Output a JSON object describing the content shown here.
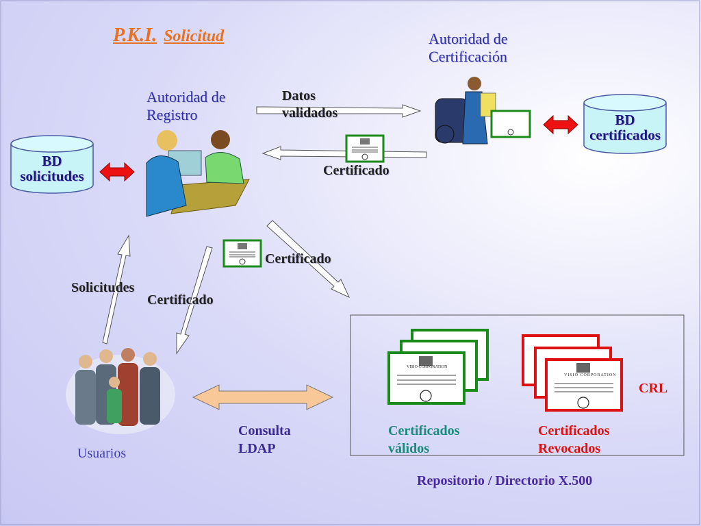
{
  "title": {
    "main": "P.K.I.",
    "sub": "Solicitud"
  },
  "nodes": {
    "autoridad_registro": "Autoridad de Registro",
    "autoridad_certificacion": "Autoridad de Certificación",
    "bd_solicitudes": [
      "BD",
      "solicitudes"
    ],
    "bd_certificados": [
      "BD",
      "certificados"
    ],
    "usuarios": "Usuarios"
  },
  "edges": {
    "datos_validados": [
      "Datos",
      "validados"
    ],
    "certificado_ca_ra": "Certificado",
    "certificado_ra_repo": "Certificado",
    "solicitudes": "Solicitudes",
    "certificado_ra_usuarios": "Certificado",
    "consulta_ldap": [
      "Consulta",
      "LDAP"
    ]
  },
  "repository": {
    "label": "Repositorio / Directorio X.500",
    "validos": [
      "Certificados",
      "válidos"
    ],
    "revocados": [
      "Certificados",
      "Revocados"
    ],
    "crl": "CRL",
    "cert_brand": "VISIO CORPORATION"
  },
  "colors": {
    "title": "#e87020",
    "valid_green": "#1a8a1a",
    "revoked_red": "#dd1111",
    "bidirectional_arrow": "#dd1111",
    "ldap_arrow": "#f8c898",
    "db_fill": "#c8f4f8"
  }
}
